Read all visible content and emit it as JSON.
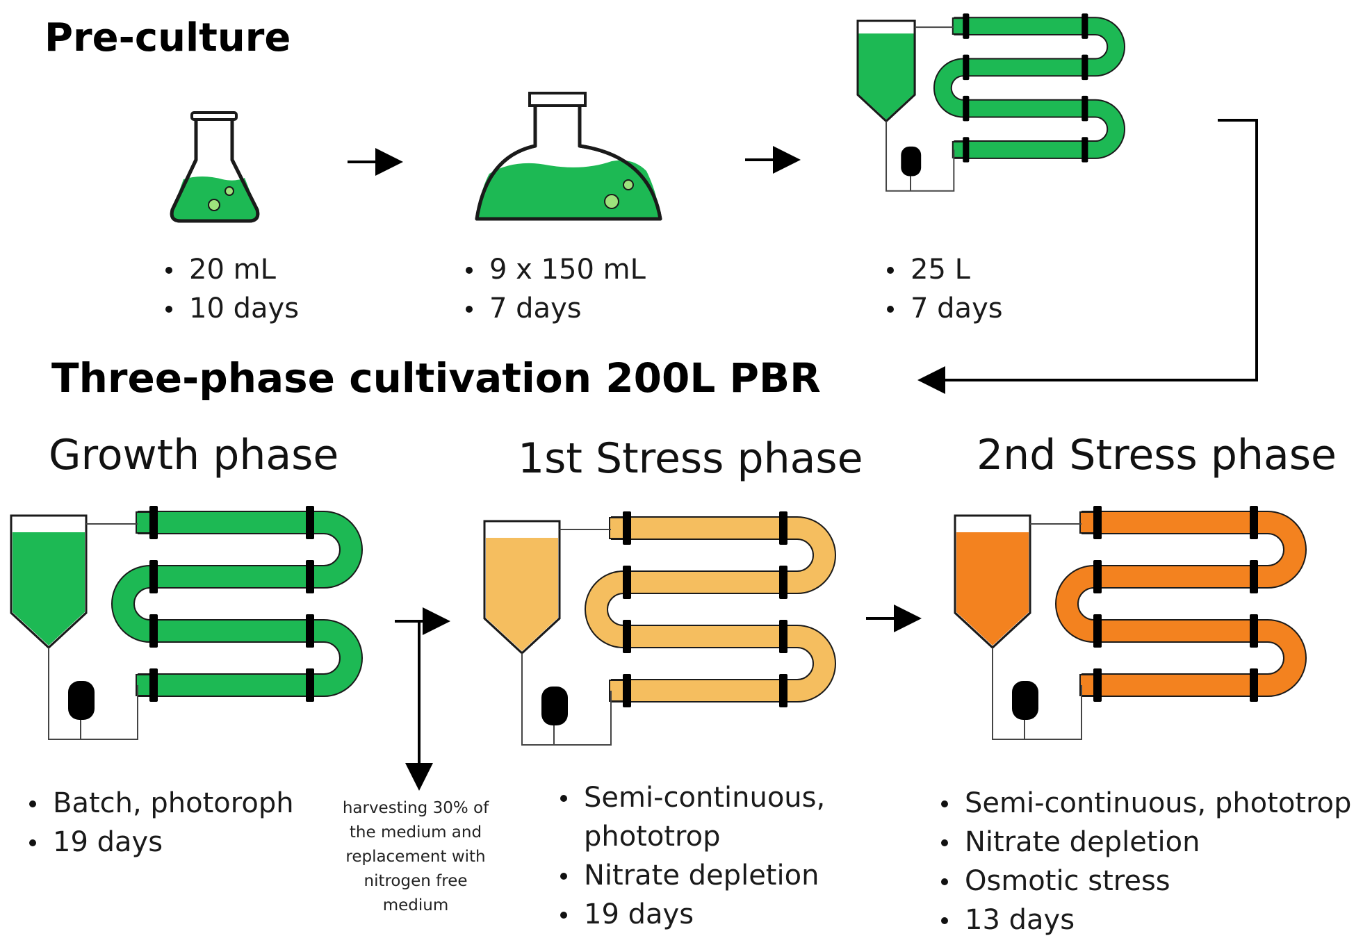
{
  "title_preculture": "Pre-culture",
  "title_main": "Three-phase cultivation 200L PBR",
  "colors": {
    "green": "#1DB954",
    "light_orange": "#F5BE5F",
    "orange": "#F3821F",
    "outline": "#1a1a1a",
    "black": "#000000"
  },
  "icons": [
    "erlenmeyer-flask-icon",
    "round-bottom-flask-icon",
    "photobioreactor-icon",
    "pump-icon",
    "arrow-icon"
  ],
  "preculture": {
    "stage1": {
      "items": [
        "20 mL",
        "10 days"
      ]
    },
    "stage2": {
      "items": [
        "9 x 150 mL",
        "7 days"
      ]
    },
    "stage3": {
      "items": [
        "25 L",
        "7 days"
      ]
    }
  },
  "phases": {
    "growth": {
      "title": "Growth phase",
      "items": [
        "Batch, photoroph",
        "19 days"
      ]
    },
    "stress1": {
      "title": "1st Stress phase",
      "items": [
        "Semi-continuous,",
        "phototrop",
        "Nitrate depletion",
        "19 days"
      ]
    },
    "stress2": {
      "title": "2nd Stress phase",
      "items": [
        "Semi-continuous, phototrop",
        "Nitrate depletion",
        "Osmotic stress",
        "13 days"
      ]
    }
  },
  "harvest_note": [
    "harvesting 30% of",
    "the medium and",
    "replacement with",
    "nitrogen free",
    "medium"
  ]
}
